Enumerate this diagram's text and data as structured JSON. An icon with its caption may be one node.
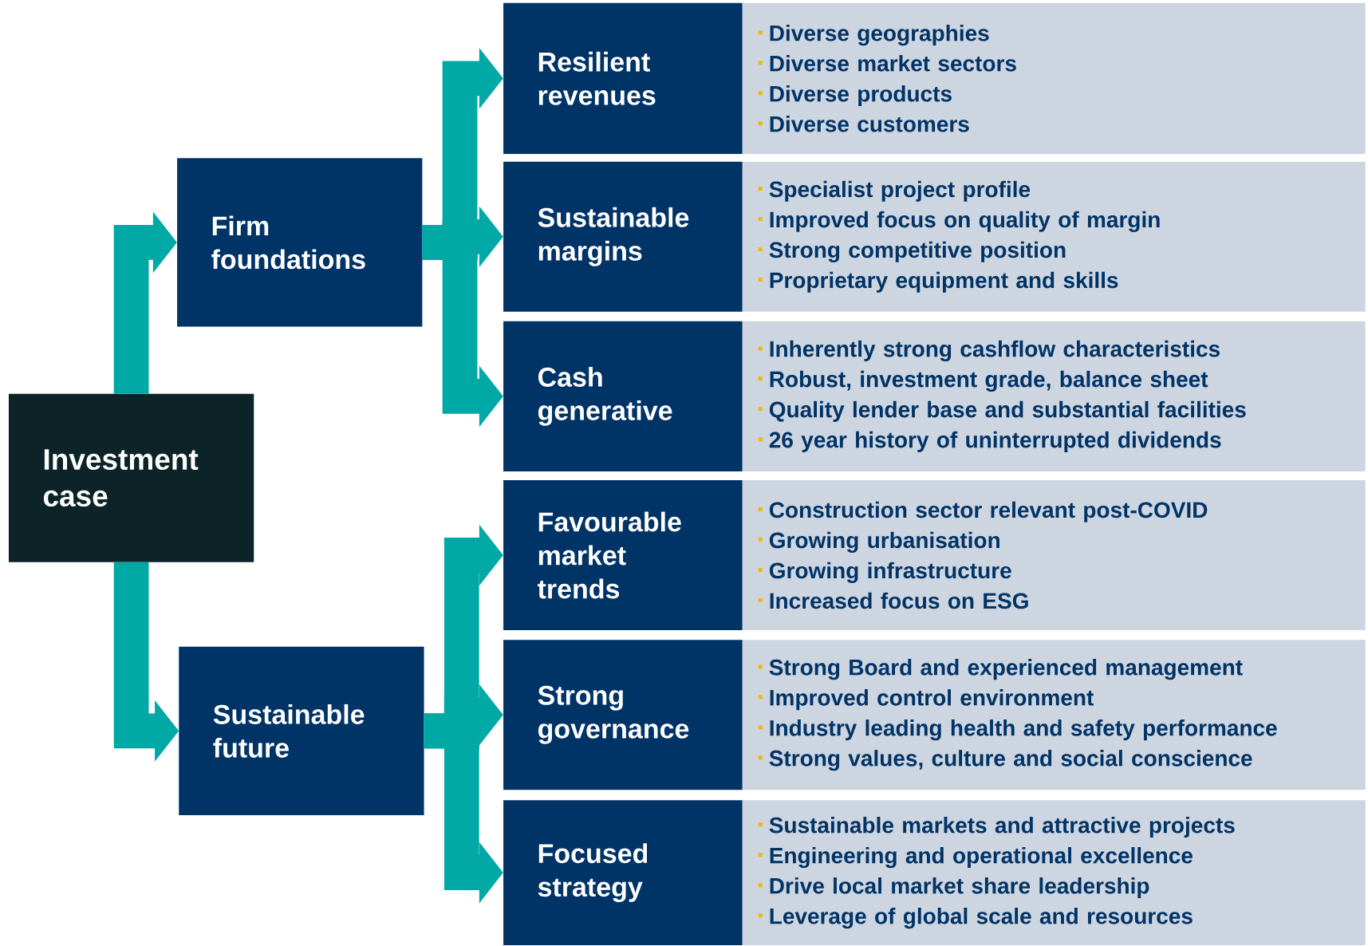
{
  "diagram": {
    "nodes": [
      {
        "text": [
          "Investment case"
        ]
      },
      {
        "text": [
          "Firm foundations"
        ]
      },
      {
        "text": [
          "Sustainable future"
        ]
      },
      {
        "text": [
          "Resilient revenues"
        ]
      },
      {
        "text": [
          "Sustainable margins"
        ]
      },
      {
        "text": [
          "Cash generative"
        ]
      },
      {
        "text": [
          "Favourable market trends"
        ]
      },
      {
        "text": [
          "Strong governance"
        ]
      },
      {
        "text": [
          "Focused strategy"
        ]
      },
      {
        "text": [
          "Diverse geographies",
          "Diverse market sectors",
          "Diverse products",
          "Diverse customers"
        ]
      },
      {
        "text": [
          "Specialist project profile",
          "Improved focus on quality of margin",
          "Strong competitive position",
          "Proprietary equipment and skills"
        ]
      },
      {
        "text": [
          "Inherently strong cashflow characteristics",
          "Robust, investment grade, balance sheet",
          "Quality lender base and substantial facilities",
          "26 year history of uninterrupted dividends"
        ]
      },
      {
        "text": [
          "Construction sector relevant post-COVID",
          "Growing urbanisation",
          "Growing infrastructure",
          "Increased focus on ESG"
        ]
      },
      {
        "text": [
          "Strong Board and experienced management",
          "Improved control environment",
          "Industry leading health and safety performance",
          "Strong values, culture and social conscience"
        ]
      },
      {
        "text": [
          "Sustainable markets and attractive projects",
          "Engineering and operational excellence",
          "Drive local market share leadership",
          "Leverage of global scale and resources"
        ]
      }
    ],
    "edges": [
      {
        "from": 0,
        "to": 1,
        "arrow": "to"
      },
      {
        "from": 0,
        "to": 2,
        "arrow": "to"
      },
      {
        "from": 1,
        "to": 3,
        "arrow": "to"
      },
      {
        "from": 1,
        "to": 4,
        "arrow": "to"
      },
      {
        "from": 1,
        "to": 5,
        "arrow": "to"
      },
      {
        "from": 2,
        "to": 6,
        "arrow": "to"
      },
      {
        "from": 2,
        "to": 7,
        "arrow": "to"
      },
      {
        "from": 2,
        "to": 8,
        "arrow": "to"
      }
    ]
  }
}
